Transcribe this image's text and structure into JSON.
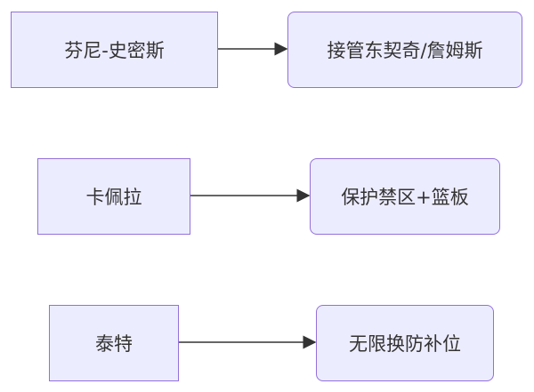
{
  "rows": [
    {
      "source": "芬尼-史密斯",
      "target": "接管东契奇/詹姆斯"
    },
    {
      "source": "卡佩拉",
      "target": "保护禁区+篮板"
    },
    {
      "source": "泰特",
      "target": "无限换防补位"
    }
  ],
  "colors": {
    "fill": "#ECECFF",
    "stroke": "#9370DB",
    "edge": "#333333"
  }
}
